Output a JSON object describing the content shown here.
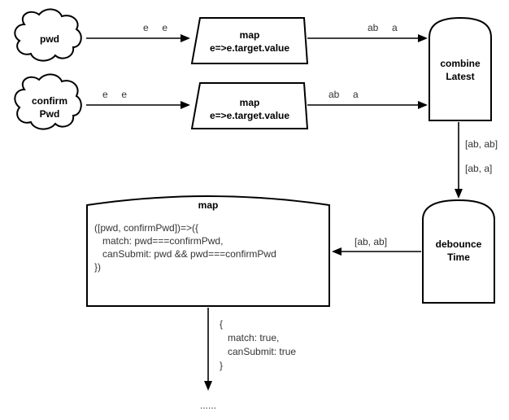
{
  "nodes": {
    "pwd": {
      "label": "pwd"
    },
    "confirm_pwd": {
      "line1": "confirm",
      "line2": "Pwd"
    },
    "map_top": {
      "title": "map",
      "subtitle": "e=>e.target.value"
    },
    "map_mid": {
      "title": "map",
      "subtitle": "e=>e.target.value"
    },
    "combine_latest": {
      "line1": "combine",
      "line2": "Latest"
    },
    "debounce_time": {
      "line1": "debounce",
      "line2": "Time"
    },
    "map_big": {
      "title": "map",
      "code": [
        "([pwd, confirmPwd])=>({",
        "   match: pwd===confirmPwd,",
        "   canSubmit: pwd && pwd===confirmPwd",
        "})"
      ]
    }
  },
  "edges": {
    "pwd_to_map": "e     e",
    "map_to_combine_top": "ab     a",
    "confirm_to_map": "e     e",
    "map_to_combine_mid": "ab     a",
    "combine_out_1": "[ab, ab]",
    "combine_out_2": "[ab, a]",
    "debounce_out": "[ab, ab]",
    "result": {
      "lines": [
        "{",
        "   match: true,",
        "   canSubmit: true",
        "}"
      ]
    },
    "ellipsis": "......"
  }
}
